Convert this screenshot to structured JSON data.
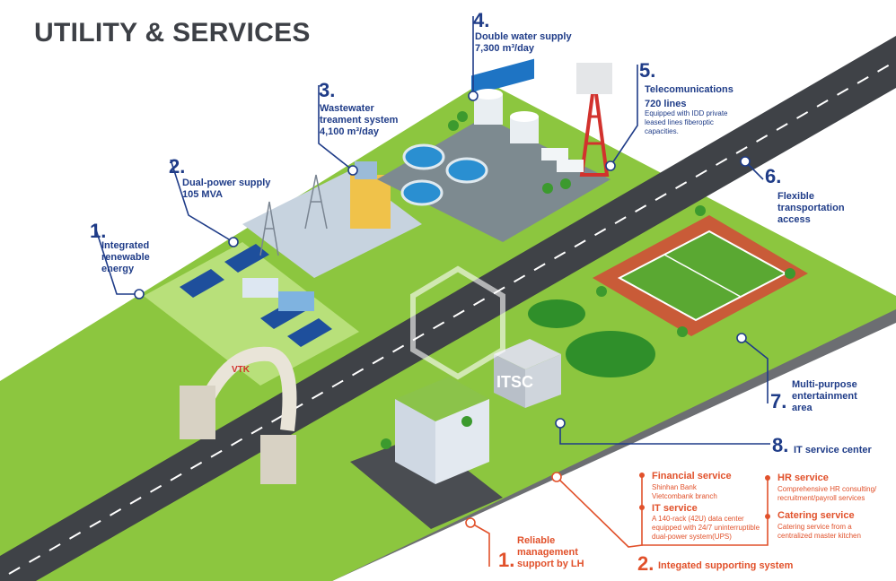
{
  "title": "UTILITY & SERVICES",
  "items": [
    {
      "number": "1.",
      "label": "Integrated\nrenewable\nenergy"
    },
    {
      "number": "2.",
      "label": "Dual-power supply\n105 MVA"
    },
    {
      "number": "3.",
      "label": "Wastewater\ntreament system\n4,100 m³/day"
    },
    {
      "number": "4.",
      "label": "Double water supply\n7,300 m³/day"
    },
    {
      "number": "5.",
      "label": "Telecomunications",
      "value": "720 lines",
      "description": "Equipped with IDD private\nleased lines fiberoptic\ncapacities."
    },
    {
      "number": "6.",
      "label": "Flexible\ntransportation\naccess"
    },
    {
      "number": "7.",
      "label": "Multi-purpose\nentertainment\narea"
    },
    {
      "number": "8.",
      "label": "IT service center"
    }
  ],
  "support": {
    "financial": {
      "title": "Financial service",
      "description": "Shinhan Bank\nVietcombank branch"
    },
    "it": {
      "title": "IT service",
      "description": "A 140-rack (42U) data center\nequipped with 24/7 uninterruptible\ndual-power system(UPS)"
    },
    "hr": {
      "title": "HR service",
      "description": "Comprehensive HR consulting/\nrecruitment/payroll services"
    },
    "catering": {
      "title": "Catering service",
      "description": "Catering service from a\ncentralized master kitchen"
    },
    "management": {
      "number": "1.",
      "label": "Reliable\nmanagement\nsupport by LH"
    },
    "integrated": {
      "number": "2.",
      "label": "Integated supporting system"
    }
  },
  "colors": {
    "navy": "#1f3c88",
    "orange": "#e1512b",
    "grass": "#8cc63f",
    "road": "#3f4247",
    "title": "#3d4046"
  }
}
